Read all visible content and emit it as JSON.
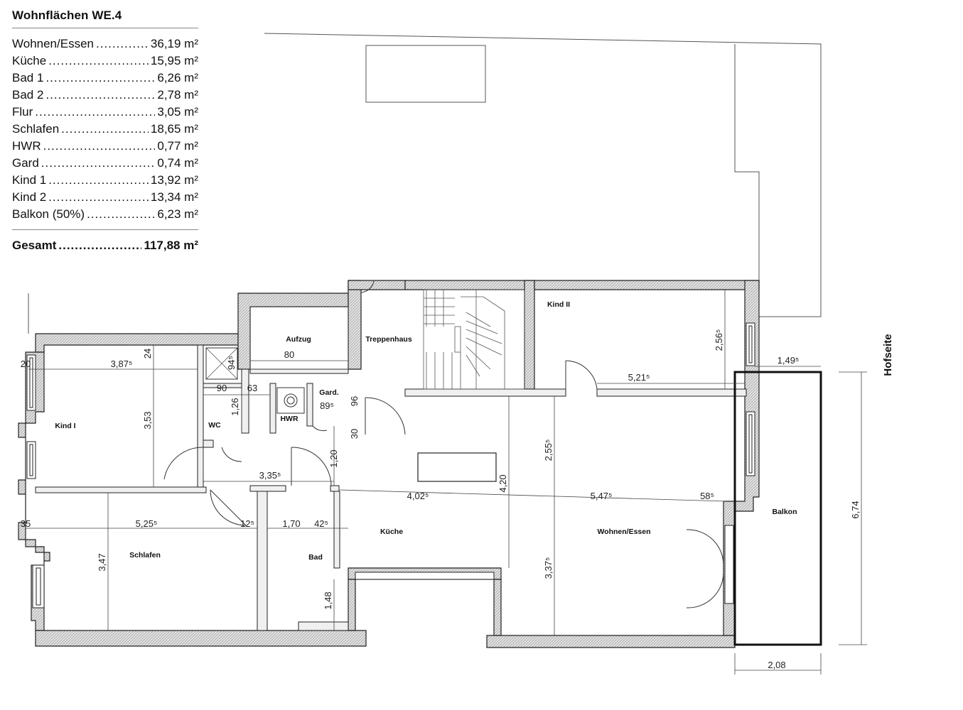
{
  "legend": {
    "title": "Wohnflächen WE.4",
    "rows": [
      {
        "label": "Wohnen/Essen",
        "value": "36,19 m²"
      },
      {
        "label": "Küche",
        "value": "15,95 m²"
      },
      {
        "label": "Bad 1",
        "value": "6,26 m²"
      },
      {
        "label": "Bad 2",
        "value": "2,78 m²"
      },
      {
        "label": "Flur",
        "value": "3,05 m²"
      },
      {
        "label": "Schlafen",
        "value": "18,65 m²"
      },
      {
        "label": "HWR",
        "value": "0,77 m²"
      },
      {
        "label": "Gard",
        "value": "0,74 m²"
      },
      {
        "label": "Kind 1",
        "value": "13,92 m²"
      },
      {
        "label": "Kind 2",
        "value": "13,34 m²"
      },
      {
        "label": "Balkon (50%)",
        "value": "6,23 m²"
      }
    ],
    "total_label": "Gesamt",
    "total_value": "117,88 m²"
  },
  "rooms": {
    "kind1": "Kind I",
    "kind2": "Kind II",
    "schlafen": "Schlafen",
    "aufzug": "Aufzug",
    "treppenhaus": "Treppenhaus",
    "wc": "WC",
    "hwr": "HWR",
    "gard": "Gard.",
    "kueche": "Küche",
    "bad": "Bad",
    "wohnen": "Wohnen/Essen",
    "balkon": "Balkon"
  },
  "side_label": "Hofseite",
  "dims": {
    "d_20": "20",
    "d_387": "3,87⁵",
    "d_24": "24",
    "d_353": "3,53",
    "d_80": "80",
    "d_945": "94⁵",
    "d_90": "90",
    "d_63": "63",
    "d_126": "1,26",
    "d_895": "89⁵",
    "d_96": "96",
    "d_30": "30",
    "d_120": "1,20",
    "d_3355": "3,35⁵",
    "d_4025": "4,02⁵",
    "d_420": "4,20",
    "d_2555": "2,55⁵",
    "d_5475": "5,47⁵",
    "d_585": "58⁵",
    "d_35": "35",
    "d_5255": "5,25⁵",
    "d_125": "12⁵",
    "d_170": "1,70",
    "d_425": "42⁵",
    "d_347": "3,47",
    "d_148": "1,48",
    "d_3375": "3,37⁵",
    "d_2565": "2,56⁵",
    "d_5215": "5,21⁵",
    "d_1495": "1,49⁵",
    "d_674": "6,74",
    "d_208": "2,08"
  }
}
